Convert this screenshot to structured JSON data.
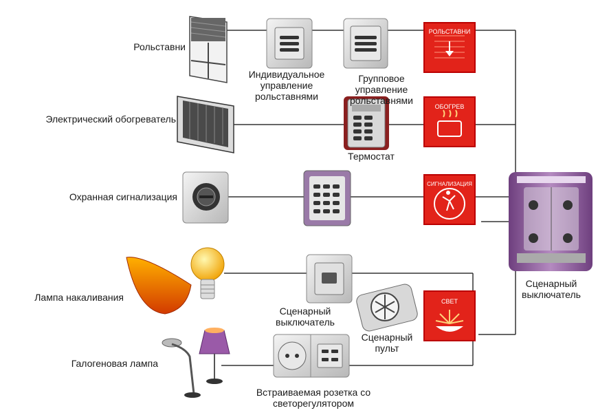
{
  "rows": {
    "shutters": {
      "label": "Рольставни",
      "individual_control": "Индивидуальное управление рольставнями",
      "group_control": "Групповое управление рольставнями",
      "panel_title": "РОЛЬСТАВНИ"
    },
    "heater": {
      "label": "Электрический обогреватель",
      "thermostat": "Термостат",
      "panel_title": "ОБОГРЕВ"
    },
    "alarm": {
      "label": "Охранная сигнализация",
      "panel_title": "СИГНАЛИЗАЦИЯ"
    },
    "incandescent": {
      "label": "Лампа накаливания",
      "scene_switch": "Сценарный выключатель",
      "scene_remote": "Сценарный пульт",
      "panel_title": "СВЕТ"
    },
    "halogen": {
      "label": "Галогеновая лампа",
      "socket": "Встраиваемая розетка со светорегулятором"
    }
  },
  "main_switch": {
    "label": "Сценарный выключатель"
  },
  "colors": {
    "panel_red": "#e2231a",
    "purple": "#8a5a9a",
    "wire": "#333333"
  }
}
